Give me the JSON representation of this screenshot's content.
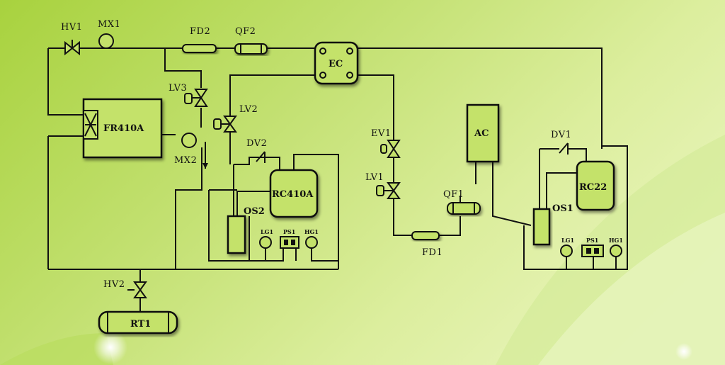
{
  "colors": {
    "background_start": "#a8d23e",
    "background_end": "#eef7c8",
    "component_fill": "#c4e26a",
    "line": "#111111"
  },
  "labels": {
    "HV1": "HV1",
    "MX1": "MX1",
    "FD2": "FD2",
    "QF2": "QF2",
    "EC": "EC",
    "LV3": "LV3",
    "LV2": "LV2",
    "FR410A": "FR410A",
    "MX2": "MX2",
    "DV2": "DV2",
    "RC410A": "RC410A",
    "OS2": "OS2",
    "LG1": "LG1",
    "PS1": "PS1",
    "HG1": "HG1",
    "HV2": "HV2",
    "RT1": "RT1",
    "EV1": "EV1",
    "LV1": "LV1",
    "QF1": "QF1",
    "FD1": "FD1",
    "AC": "AC",
    "DV1": "DV1",
    "RC22": "RC22",
    "OS1": "OS1"
  }
}
